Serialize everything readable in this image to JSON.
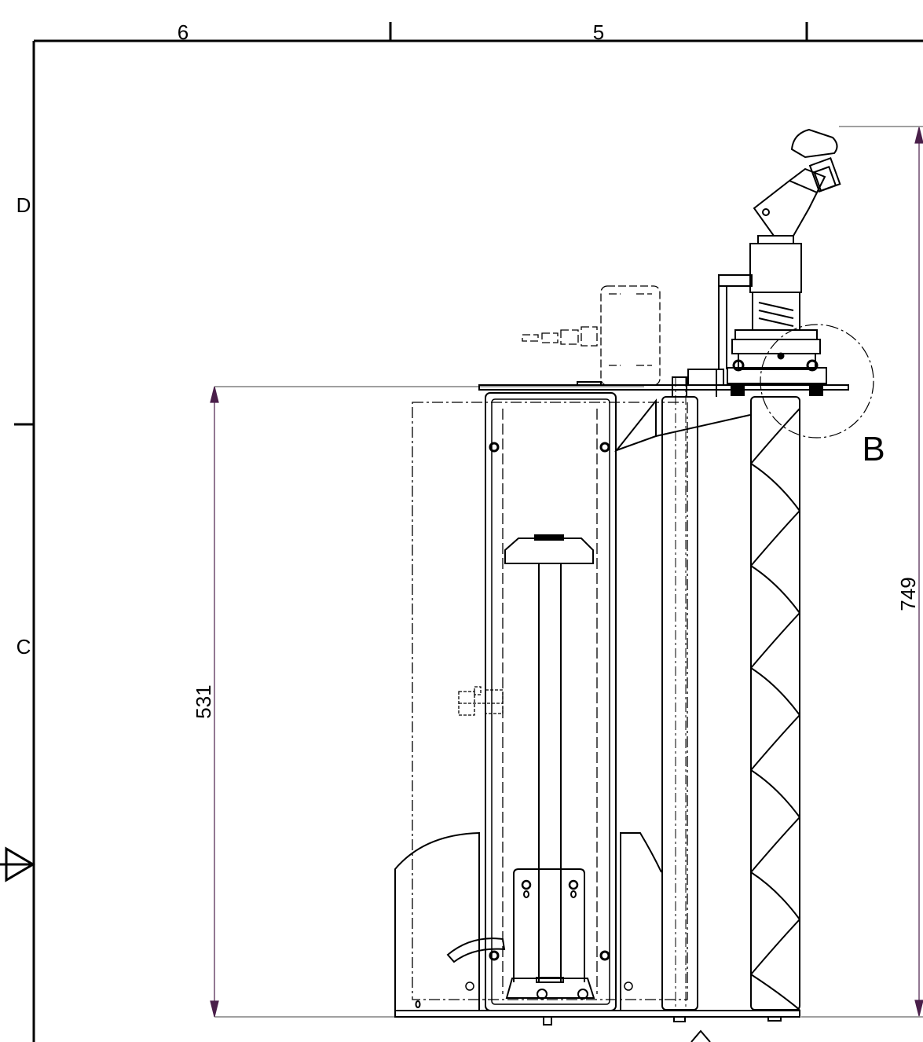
{
  "border": {
    "top_columns": [
      "6",
      "5"
    ],
    "left_rows": [
      "D",
      "C"
    ]
  },
  "dimensions": {
    "left_vertical": "531",
    "right_vertical": "749"
  },
  "detail_callout": "B",
  "colors": {
    "line": "#000000",
    "dimension_line": "#4a1f4a"
  }
}
